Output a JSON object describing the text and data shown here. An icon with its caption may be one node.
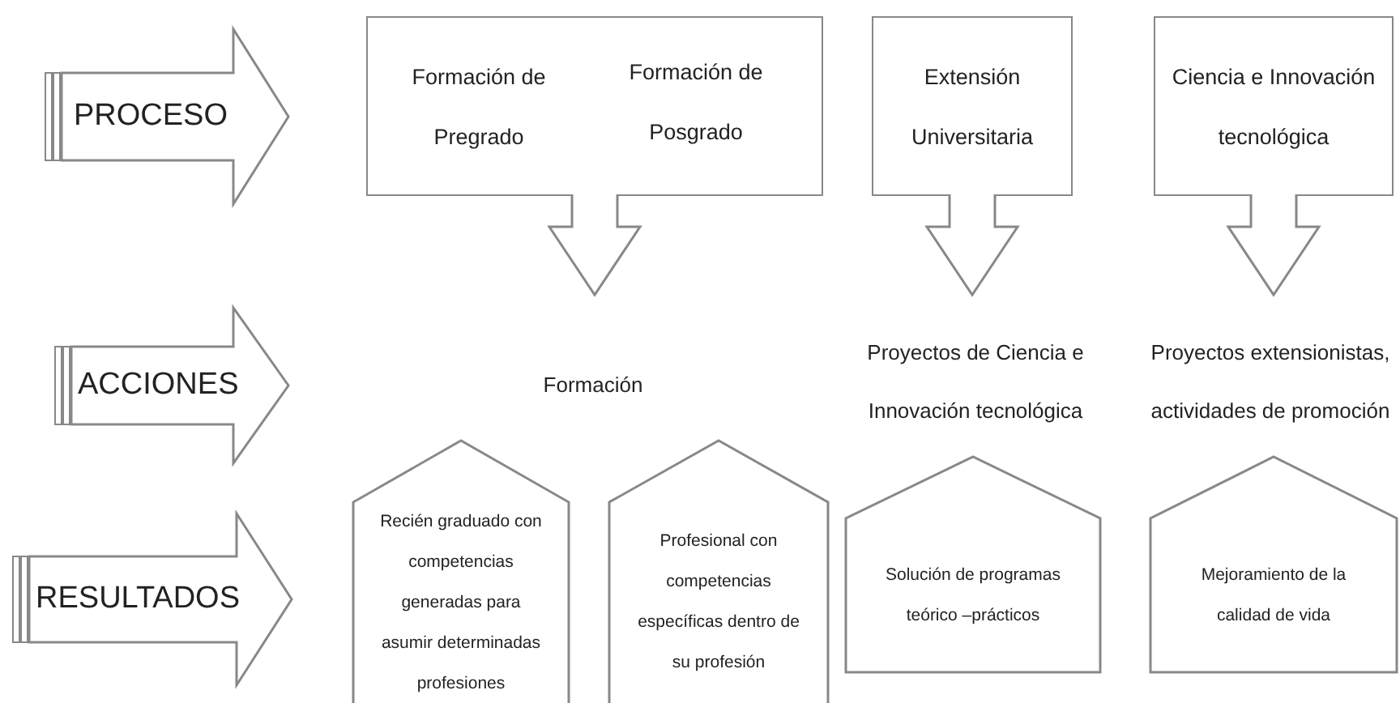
{
  "diagram": {
    "nodes": [
      {
        "text": [
          "PROCESO"
        ]
      },
      {
        "text": [
          "ACCIONES"
        ]
      },
      {
        "text": [
          "RESULTADOS"
        ]
      },
      {
        "text": [
          "Formación de Pregrado",
          "Formación de Posgrado"
        ]
      },
      {
        "text": [
          "Extensión Universitaria"
        ]
      },
      {
        "text": [
          "Ciencia e Innovación tecnológica"
        ]
      },
      {
        "text": [
          "Formación"
        ]
      },
      {
        "text": [
          "Proyectos de Ciencia e Innovación tecnológica"
        ]
      },
      {
        "text": [
          "Proyectos extensionistas, actividades de promoción"
        ]
      },
      {
        "text": [
          "Recién graduado con competencias generadas para asumir determinadas profesiones"
        ]
      },
      {
        "text": [
          "Profesional con competencias específicas dentro de su profesión"
        ]
      },
      {
        "text": [
          "Solución de programas teórico –prácticos"
        ]
      },
      {
        "text": [
          "Mejoramiento de la calidad de vida"
        ]
      }
    ],
    "edges": [
      {
        "from": 3,
        "to": 6,
        "arrow": "to"
      },
      {
        "from": 4,
        "to": 7,
        "arrow": "to"
      },
      {
        "from": 5,
        "to": 8,
        "arrow": "to"
      }
    ]
  }
}
